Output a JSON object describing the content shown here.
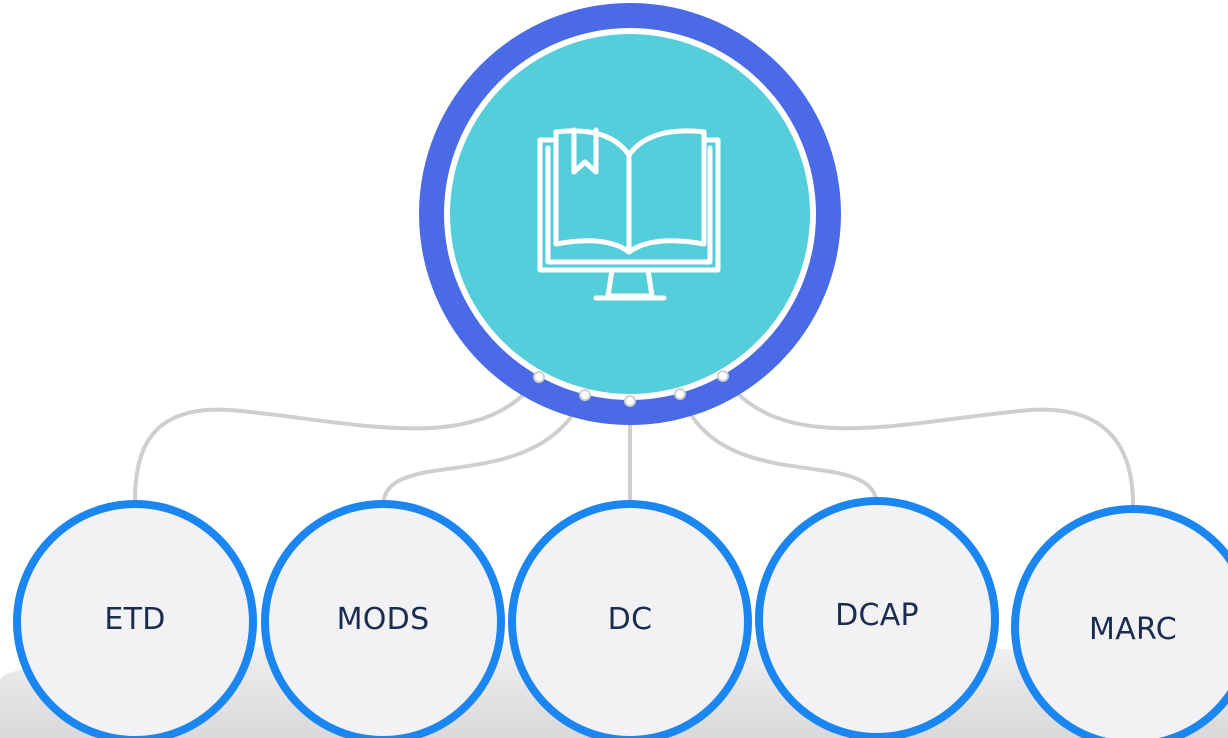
{
  "diagram": {
    "hub": {
      "icon": "book-monitor-icon"
    },
    "nodes": [
      {
        "id": "etd",
        "label": "ETD"
      },
      {
        "id": "mods",
        "label": "MODS"
      },
      {
        "id": "dc",
        "label": "DC"
      },
      {
        "id": "dcap",
        "label": "DCAP"
      },
      {
        "id": "marc",
        "label": "MARC"
      }
    ],
    "colors": {
      "hub_ring": "#4a6ae6",
      "hub_fill": "#54ceda",
      "node_ring": "#1b85f0",
      "node_fill": "#f2f2f4",
      "connector": "#cfcfcf",
      "label_text": "#1b2d4f"
    }
  }
}
